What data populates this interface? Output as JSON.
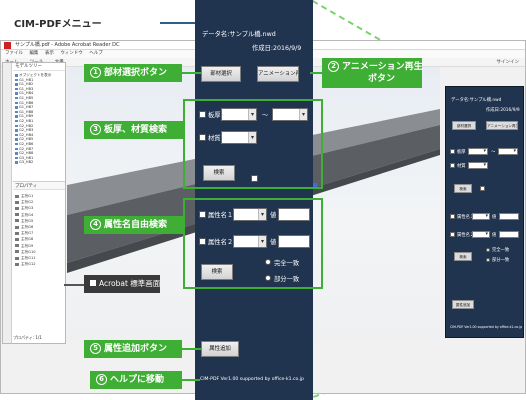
{
  "header": {
    "title": "CIM-PDFメニュー"
  },
  "acrobat": {
    "title": "サンプル橋.pdf - Adobe Acrobat Reader DC",
    "menus": [
      "ファイル",
      "編集",
      "表示",
      "ウィンドウ",
      "ヘルプ"
    ],
    "toolbar": [
      "ホーム",
      "ツール",
      "文書"
    ],
    "signin": "サインイン",
    "nav_header": "モデルツリー",
    "tree_items": [
      "オブジェクトを表示",
      "G1_HB1",
      "G1_HB2",
      "G1_HB3",
      "G1_HB4",
      "G1_HB5",
      "G1_HB6",
      "G1_HB7",
      "G1_HB8",
      "G1_HB9",
      "G2_HB1",
      "G2_HB2",
      "G2_HB3",
      "G2_HB4",
      "G2_HB5",
      "G2_HB6",
      "G2_HB7",
      "G2_HB8",
      "G3_HB1",
      "G3_HB2"
    ],
    "props_header": "プロパティ",
    "props_items": [
      "主桁G1",
      "主桁G2",
      "主桁G3",
      "主桁G4",
      "主桁G5",
      "主桁G6",
      "主桁G7",
      "主桁G8",
      "主桁G9",
      "主桁G10",
      "主桁G11",
      "主桁G12"
    ],
    "nav_footer": "プロパティ: 1/1",
    "standard_label": "Acrobat 標準画面"
  },
  "panel": {
    "data_name_label": "データ名:サンプル橋.nwd",
    "created_date": "作成日:2016/9/9",
    "member_select_button": "部材選択",
    "animation_button": "アニメーション再生",
    "thickness_label": "板厚",
    "range_tilde": "～",
    "material_label": "材質",
    "search_button_1": "検索",
    "attr_name_1": "属性名１",
    "value_label_1": "値",
    "attr_name_2": "属性名２",
    "value_label_2": "値",
    "search_button_2": "検索",
    "exact_match": "完全一致",
    "partial_match": "部分一致",
    "add_attr_button": "属性追加",
    "footer_text": "CIM-PDF Ver1.00 supported by office-k1.co.jp"
  },
  "minipanel": {
    "data_name_label": "データ名:サンプル橋.nwd",
    "created_date": "作成日:2016/9/9",
    "member_select_button": "部材選択",
    "animation_button": "アニメーション再生",
    "thickness_label": "板厚",
    "range_tilde": "～",
    "material_label": "材質",
    "search_button_1": "検索",
    "attr_name_1": "属性名１",
    "value_label_1": "値",
    "attr_name_2": "属性名２",
    "value_label_2": "値",
    "search_button_2": "検索",
    "exact_match": "完全一致",
    "partial_match": "部分一致",
    "add_attr_button": "属性追加",
    "footer_text": "CIM-PDF Ver1.00 supported by office-k1.co.jp"
  },
  "callouts": {
    "c1": {
      "num": "1",
      "text": "部材選択ボタン"
    },
    "c2": {
      "num": "2",
      "text": "アニメーション再生",
      "text2": "ボタン"
    },
    "c3": {
      "num": "3",
      "text": "板厚、材質検索"
    },
    "c4": {
      "num": "4",
      "text": "属性名自由検索"
    },
    "c5": {
      "num": "5",
      "text": "属性追加ボタン"
    },
    "c6": {
      "num": "6",
      "text": "ヘルプに移動"
    }
  },
  "colors": {
    "panel_bg": "#21344f",
    "accent_green": "#3fae35",
    "bridge_girder": "#5b5e63"
  }
}
